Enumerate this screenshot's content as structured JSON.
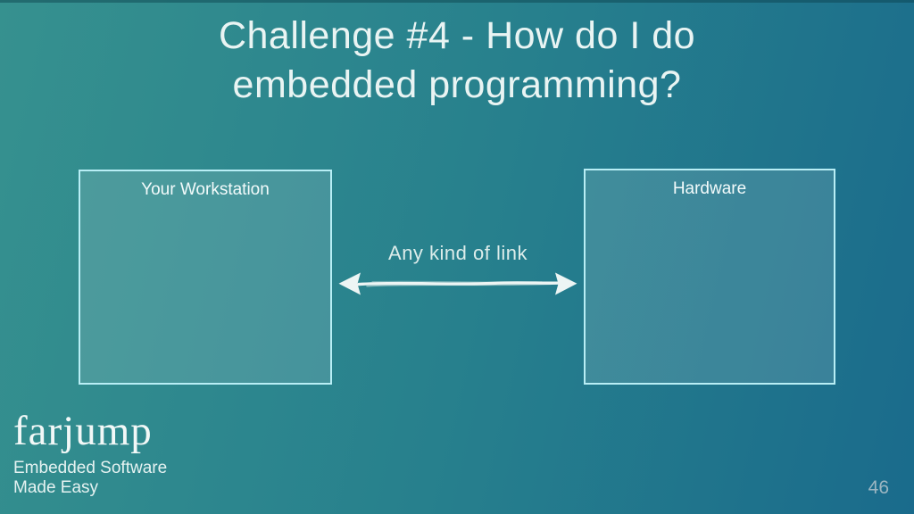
{
  "slide": {
    "title_line1": "Challenge #4 - How do I do",
    "title_line2": "embedded programming?",
    "page_number": "46"
  },
  "diagram": {
    "left_box_label": "Your Workstation",
    "right_box_label": "Hardware",
    "link_label": "Any kind of link",
    "link_arrow_icon": "double-headed-arrow"
  },
  "footer": {
    "brand": "farjump",
    "tagline_line1": "Embedded Software",
    "tagline_line2": "Made Easy"
  },
  "colors": {
    "background_gradient_start": "#36918f",
    "background_gradient_end": "#1a6b8c",
    "box_border": "#b8eef5",
    "box_fill": "rgba(255,255,255,0.13)",
    "title_text": "#e9f4f3",
    "link_text": "#dcecea",
    "arrow": "#edf5f4",
    "page_number_text": "#9cb6c2"
  }
}
